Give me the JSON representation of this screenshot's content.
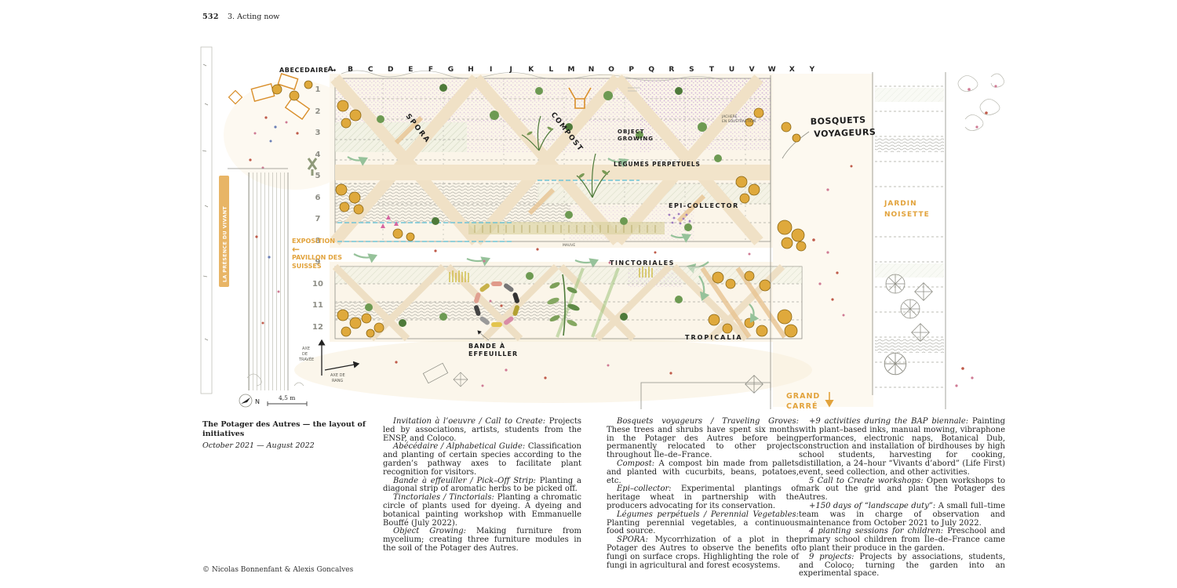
{
  "header": {
    "page_number": "532",
    "chapter": "3. Acting now"
  },
  "plan": {
    "abecedaire_label": "ABECEDAIRE",
    "grid_letters": [
      "A",
      "B",
      "C",
      "D",
      "E",
      "F",
      "G",
      "H",
      "I",
      "J",
      "K",
      "L",
      "M",
      "N",
      "O",
      "P",
      "Q",
      "R",
      "S",
      "T",
      "U",
      "V",
      "W",
      "X",
      "Y"
    ],
    "row_numbers": [
      "1",
      "2",
      "3",
      "4",
      "5",
      "6",
      "7",
      "8",
      "9",
      "10",
      "11",
      "12"
    ],
    "labels": {
      "presence_vivant": "LA PRÉSENCE DU VIVANT",
      "exposition": [
        "EXPOSITION",
        "PAVILLON DES",
        "SUISSES"
      ],
      "spora": "SPORA",
      "compost": "COMPOST",
      "object_growing": [
        "OBJECT",
        "GROWING"
      ],
      "legumes": "LEGUMES PERPETUELS",
      "epi_collector": "EPI-COLLECTOR",
      "jachere": [
        "JACHERE",
        "EN SOUSTRACTION"
      ],
      "mauve": "MAUVE",
      "tinctoriales": "TINCTORIALES",
      "tropicalia": "TROPICALIA",
      "bande": [
        "BANDE À",
        "EFFEUILLER"
      ],
      "bosquets": [
        "BOSQUETS",
        "VOYAGEURS"
      ],
      "jardin": [
        "JARDIN",
        "NOISETTE"
      ],
      "grand": [
        "GRAND",
        "CARRÉ"
      ],
      "axe_travee": [
        "AXE",
        "DE",
        "TRAVÉE"
      ],
      "axe_rang": [
        "AXE DE",
        "RANG"
      ],
      "north": "N",
      "scale": "4,5 m"
    }
  },
  "caption": {
    "title": "The Potager des Autres — the layout of initiatives",
    "date": "October 2021 — August 2022"
  },
  "columns": [
    {
      "paragraphs": [
        {
          "lead": "Invitation à l’oeuvre / Call to Create:",
          "text": "Projects led by associations, artists, students from the ENSP, and Coloco."
        },
        {
          "lead": "Abécédaire / Alphabetical Guide:",
          "text": "Classification and planting of certain species according to the garden’s pathway axes to facilitate plant recognition for visitors."
        },
        {
          "lead": "Bande à effeuiller / Pick–Off Strip:",
          "text": "Planting a diagonal strip of aromatic herbs to be picked off."
        },
        {
          "lead": "Tinctoriales / Tinctorials:",
          "text": "Planting a chromatic circle of plants used for dyeing. A dyeing and botanical painting workshop with Emmanuelle Bouffé (July 2022)."
        },
        {
          "lead": "Object Growing:",
          "text": "Making furniture from mycelium; creating three furniture modules in the soil of the Potager des Autres."
        }
      ]
    },
    {
      "paragraphs": [
        {
          "lead": "Bosquets voyageurs / Traveling Groves:",
          "text": "These trees and shrubs have spent six months in the Potager des Autres before being permanently relocated to other projects throughout Île–de–France."
        },
        {
          "lead": "Compost:",
          "text": "A compost bin made from pallets and planted with cucurbits, beans, potatoes, etc."
        },
        {
          "lead": "Epi–collector:",
          "text": "Experimental plantings of heritage wheat in partnership with the producers advocating for its conservation."
        },
        {
          "lead": "Légumes perpétuels / Perennial Vegetables:",
          "text": "Planting perennial vegetables, a continuous food source."
        },
        {
          "lead": "SPORA:",
          "text": "Mycorrhization of a plot in the Potager des Autres to observe the benefits of fungi on surface crops. Highlighting the role of fungi in agricultural and forest ecosystems."
        }
      ]
    },
    {
      "paragraphs": [
        {
          "lead": "+9 activities during the BAP biennale:",
          "text": "Painting with plant–based inks, manual mowing, vibraphone performances, electronic naps, Botanical Dub, construction and installation of birdhouses by high school students, harvesting for cooking, distillation, a 24–hour “Vivants d’abord” (Life First) event, seed collection, and other activities."
        },
        {
          "lead": "5 Call to Create workshops:",
          "text": "Open workshops to mark out the grid and plant the Potager des Autres."
        },
        {
          "lead": "+150 days of “landscape duty”:",
          "text": "A small full–time team was in charge of observation and maintenance from October 2021 to July 2022."
        },
        {
          "lead": "4 planting sessions for children:",
          "text": "Preschool and primary school children from Île–de–France came to plant their produce in the garden."
        },
        {
          "lead": "9 projects:",
          "text": "Projects by associations, students, and Coloco; turning the garden into an experimental space."
        }
      ]
    }
  ],
  "footer": {
    "credit": "© Nicolas Bonnenfant & Alexis Goncalves"
  }
}
